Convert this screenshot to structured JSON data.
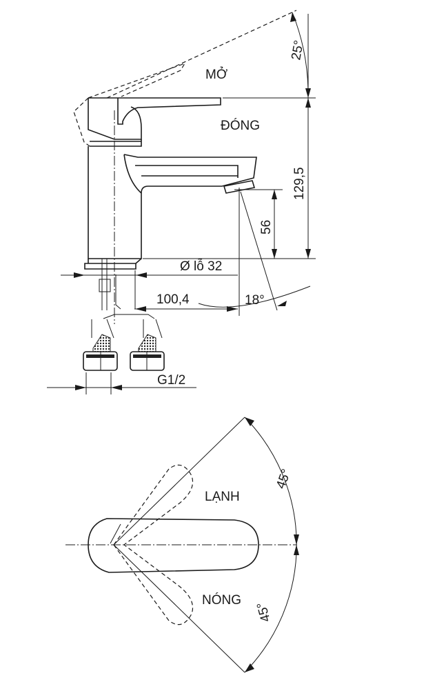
{
  "side_view": {
    "label_open": "MỞ",
    "label_closed": "ĐÓNG",
    "angle_open": "25°",
    "height_total": "129,5",
    "height_spout": "56",
    "hole_diameter": "Ø lỗ 32",
    "spout_reach": "100,4",
    "spout_angle": "18°",
    "thread": "G1/2"
  },
  "top_view": {
    "label_cold": "LẠNH",
    "label_hot": "NÓNG",
    "angle_cold": "45°",
    "angle_hot": "45°"
  }
}
